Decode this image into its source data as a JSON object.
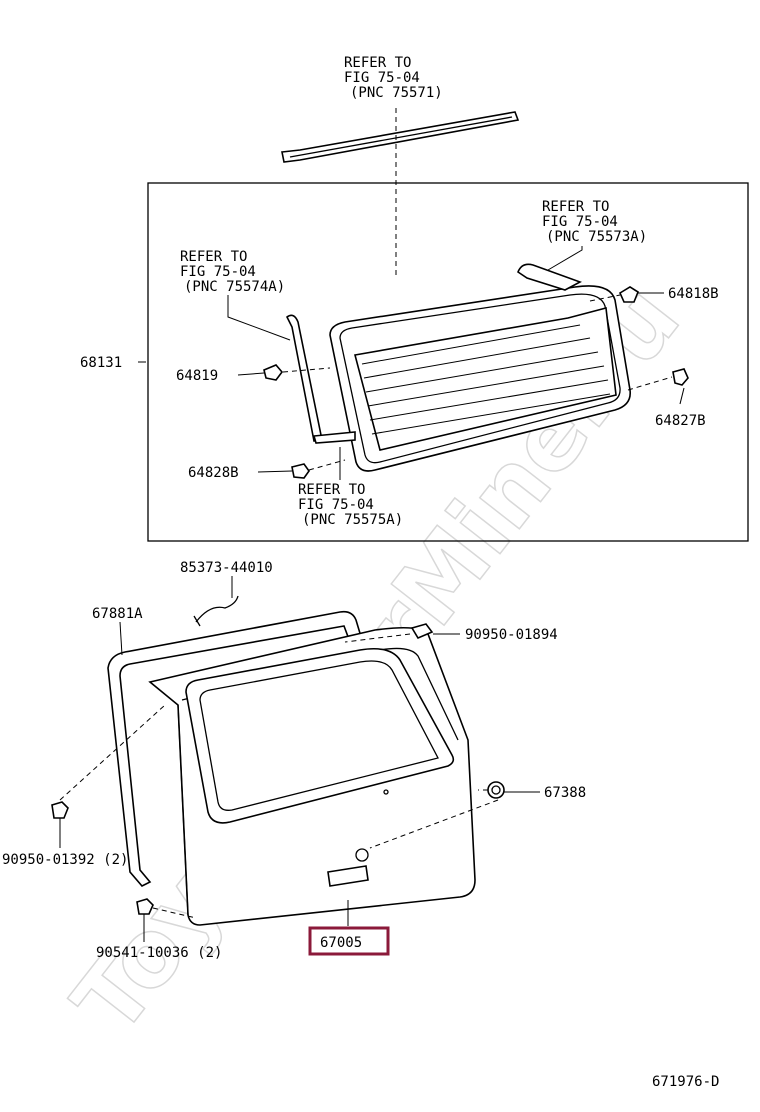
{
  "watermark": "ToyotaCarMine.ru",
  "diagram_id": "671976-D",
  "highlight_color": "#8b1a3a",
  "refs": {
    "top": {
      "l1": "REFER TO",
      "l2": "FIG 75-04",
      "l3": "(PNC 75571)"
    },
    "right": {
      "l1": "REFER TO",
      "l2": "FIG 75-04",
      "l3": "(PNC 75573A)"
    },
    "left": {
      "l1": "REFER TO",
      "l2": "FIG 75-04",
      "l3": "(PNC 75574A)"
    },
    "bottom": {
      "l1": "REFER TO",
      "l2": "FIG 75-04",
      "l3": "(PNC 75575A)"
    }
  },
  "parts": {
    "p68131": "68131",
    "p64818B": "64818B",
    "p64819": "64819",
    "p64827B": "64827B",
    "p64828B": "64828B",
    "p85373": "85373-44010",
    "p67881A": "67881A",
    "p90950_01894": "90950-01894",
    "p67388": "67388",
    "p90950_01392": "90950-01392 (2)",
    "p90541": "90541-10036 (2)",
    "p67005": "67005"
  }
}
